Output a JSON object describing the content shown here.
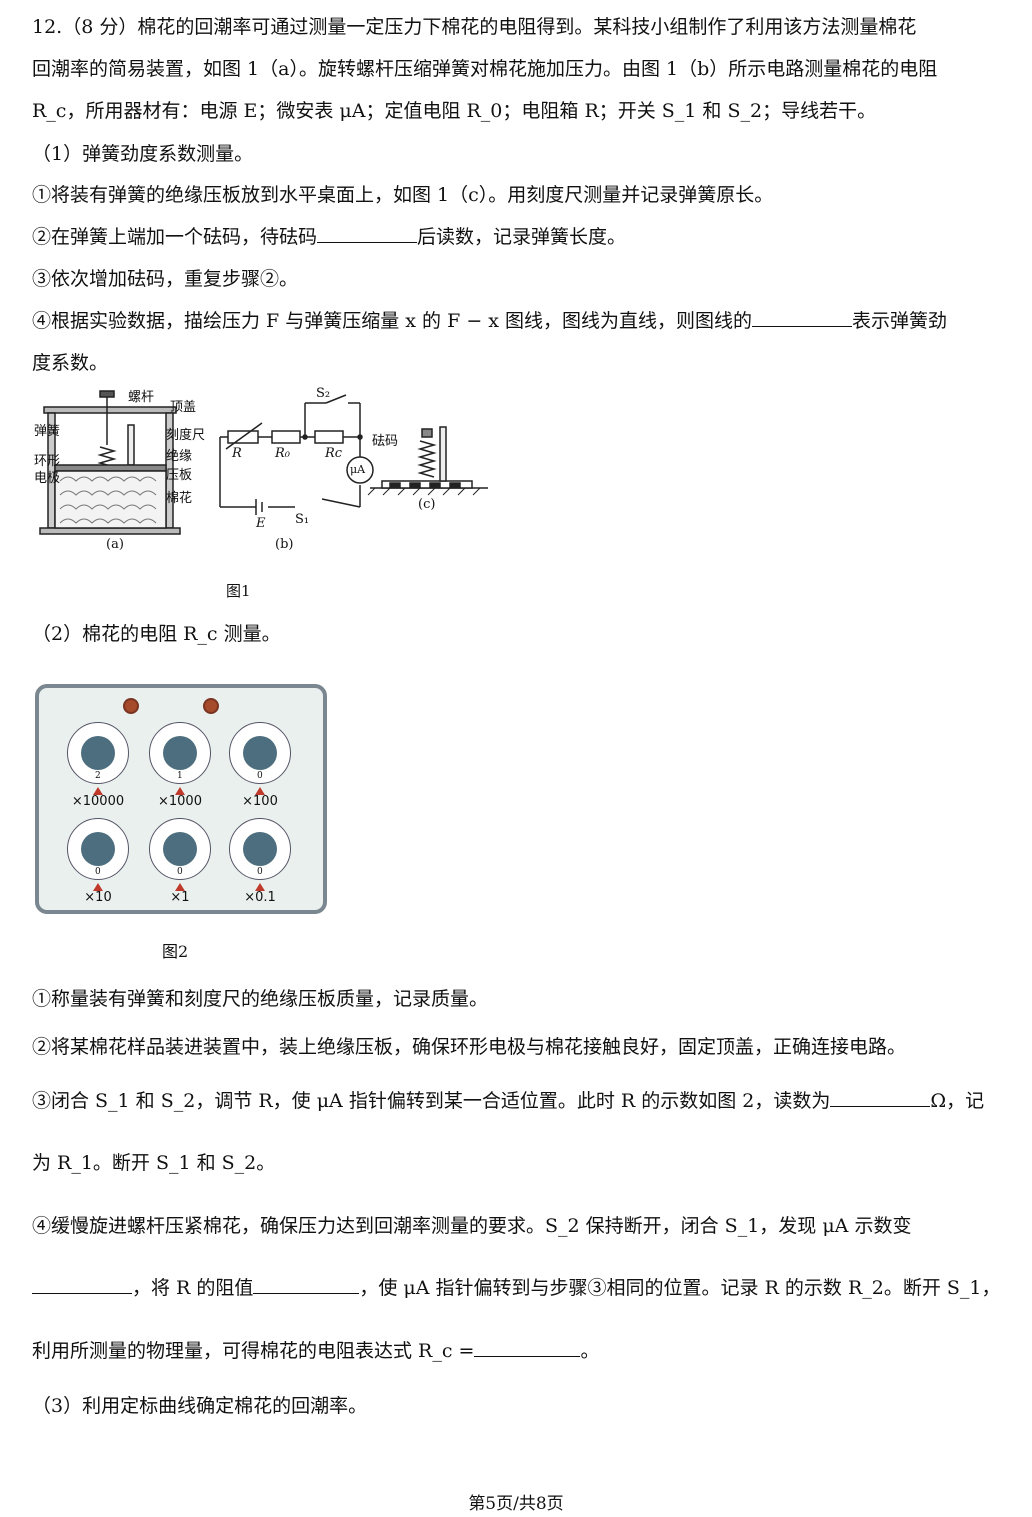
{
  "lines": {
    "l1": "12.（8 分）棉花的回潮率可通过测量一定压力下棉花的电阻得到。某科技小组制作了利用该方法测量棉花",
    "l2": "回潮率的简易装置，如图 1（a）。旋转螺杆压缩弹簧对棉花施加压力。由图 1（b）所示电路测量棉花的电阻",
    "l3": "R_c，所用器材有：电源 E；微安表 μA；定值电阻 R_0；电阻箱 R；开关 S_1 和 S_2；导线若干。",
    "l4": "（1）弹簧劲度系数测量。",
    "l5": "①将装有弹簧的绝缘压板放到水平桌面上，如图 1（c）。用刻度尺测量并记录弹簧原长。",
    "l6a": "②在弹簧上端加一个砝码，待砝码",
    "l6b": "后读数，记录弹簧长度。",
    "l7": "③依次增加砝码，重复步骤②。",
    "l8a": "④根据实验数据，描绘压力 F 与弹簧压缩量 x 的 F − x 图线，图线为直线，则图线的",
    "l8b": "表示弹簧劲",
    "l9": "度系数。",
    "l10": "（2）棉花的电阻 R_c 测量。",
    "l11": "①称量装有弹簧和刻度尺的绝缘压板质量，记录质量。",
    "l12": "②将某棉花样品装进装置中，装上绝缘压板，确保环形电极与棉花接触良好，固定顶盖，正确连接电路。",
    "l13a": "③闭合 S_1 和 S_2，调节 R，使 μA 指针偏转到某一合适位置。此时 R 的示数如图 2，读数为",
    "l13b": "Ω，记",
    "l14": "为 R_1。断开 S_1 和 S_2。",
    "l15": "④缓慢旋进螺杆压紧棉花，确保压力达到回潮率测量的要求。S_2 保持断开，闭合 S_1，发现 μA 示数变",
    "l16a": "，将 R 的阻值",
    "l16b": "，使 μA 指针偏转到与步骤③相同的位置。记录 R 的示数 R_2。断开 S_1，",
    "l17a": "利用所测量的物理量，可得棉花的电阻表达式 R_c =",
    "l17b": "。",
    "l18": "（3）利用定标曲线确定棉花的回潮率。"
  },
  "figure1": {
    "a_labels": [
      "螺杆",
      "顶盖",
      "弹簧",
      "刻度尺",
      "环形",
      "电极",
      "绝缘",
      "压板",
      "棉花"
    ],
    "b_labels": [
      "S₂",
      "R",
      "R₀",
      "Rc",
      "μA",
      "E",
      "S₁"
    ],
    "c_labels": [
      "砝码"
    ],
    "sub_a": "(a)",
    "sub_b": "(b)",
    "sub_c": "(c)",
    "caption": "图1"
  },
  "figure2": {
    "caption": "图2",
    "multipliers": [
      "×10000",
      "×1000",
      "×100",
      "×10",
      "×1",
      "×0.1"
    ],
    "dial_digits": [
      "2",
      "1",
      "0",
      "0",
      "0",
      "0"
    ]
  },
  "footer": "第5页/共8页"
}
